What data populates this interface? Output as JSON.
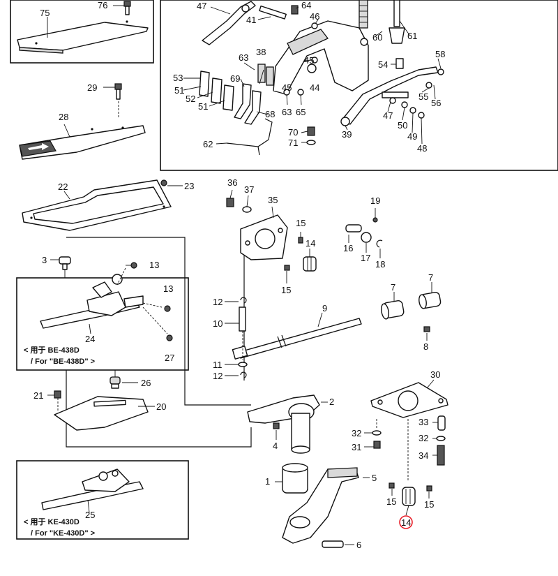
{
  "labels": {
    "n1": "1",
    "n2": "2",
    "n3": "3",
    "n4": "4",
    "n5": "5",
    "n6": "6",
    "n7": "7",
    "n8": "8",
    "n9": "9",
    "n10": "10",
    "n11": "11",
    "n12": "12",
    "n13": "13",
    "n14": "14",
    "n15": "15",
    "n16": "16",
    "n17": "17",
    "n18": "18",
    "n19": "19",
    "n20": "20",
    "n21": "21",
    "n22": "22",
    "n23": "23",
    "n24": "24",
    "n25": "25",
    "n26": "26",
    "n27": "27",
    "n28": "28",
    "n29": "29",
    "n30": "30",
    "n31": "31",
    "n32": "32",
    "n33": "33",
    "n34": "34",
    "n35": "35",
    "n36": "36",
    "n37": "37",
    "n38": "38",
    "n39": "39",
    "n41": "41",
    "n44": "44",
    "n45": "45",
    "n46": "46",
    "n47": "47",
    "n48": "48",
    "n49": "49",
    "n50": "50",
    "n51": "51",
    "n52": "52",
    "n53": "53",
    "n54": "54",
    "n55": "55",
    "n56": "56",
    "n58": "58",
    "n60": "60",
    "n61": "61",
    "n62": "62",
    "n63": "63",
    "n64": "64",
    "n65": "65",
    "n68": "68",
    "n69": "69",
    "n70": "70",
    "n71": "71",
    "n75": "75",
    "n76": "76"
  },
  "captions": {
    "be_zh": "< 用于 BE-438D",
    "be_en": "/ For \"BE-438D\" >",
    "ke_zh": "< 用于 KE-430D",
    "ke_en": "/ For \"KE-430D\" >"
  },
  "highlight": {
    "label": "14",
    "color": "#e8202a"
  }
}
